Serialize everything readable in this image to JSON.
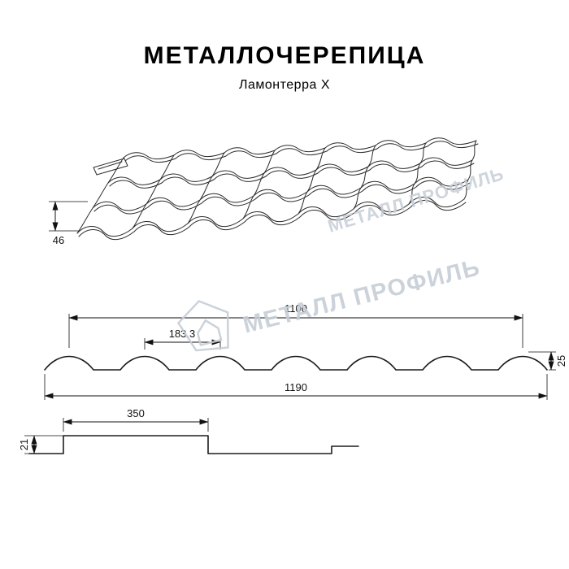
{
  "header": {
    "title": "МЕТАЛЛОЧЕРЕПИЦА",
    "subtitle": "Ламонтерра X"
  },
  "watermarks": {
    "upper": "МЕТАЛЛ ПРОФИЛЬ",
    "lower": "МЕТАЛЛ ПРОФИЛЬ"
  },
  "perspective_view": {
    "dim_edge_height": "46"
  },
  "cross_section": {
    "dim_cover_width": "1100",
    "dim_module_pitch": "183.3",
    "dim_wave_height": "25",
    "dim_full_width": "1190"
  },
  "step_profile": {
    "dim_step_height": "21",
    "dim_step_length": "350"
  },
  "colors": {
    "line": "#2b2b2b",
    "watermark": "#c6ced6",
    "text": "#000000"
  }
}
